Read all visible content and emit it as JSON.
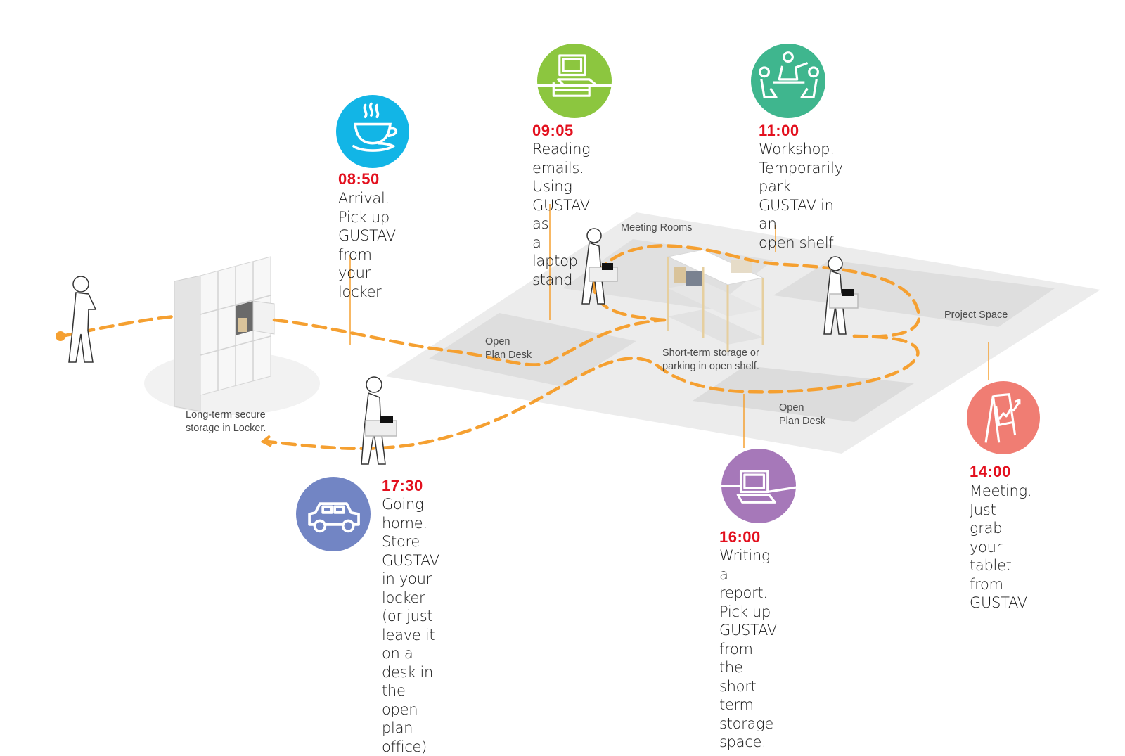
{
  "diagram": {
    "title": "A day with GUSTAV",
    "path_color": "#f5a031",
    "time_color": "#e3101e",
    "steps": [
      {
        "id": "arrival",
        "time": "08:50",
        "text": "Arrival. Pick up\nGUSTAV from\nyour locker",
        "icon": "coffee-cup-icon",
        "color": "#12b5e6"
      },
      {
        "id": "emails",
        "time": "09:05",
        "text": "Reading emails.\nUsing GUSTAV as\na laptop stand",
        "icon": "laptop-on-box-icon",
        "color": "#8cc63f"
      },
      {
        "id": "workshop",
        "time": "11:00",
        "text": "Workshop.\nTemporarily park\nGUSTAV in an\nopen shelf",
        "icon": "workshop-people-icon",
        "color": "#3fb68e"
      },
      {
        "id": "meeting",
        "time": "14:00",
        "text": "Meeting. Just\ngrab your tablet\nfrom GUSTAV",
        "icon": "flipchart-icon",
        "color": "#f07d73"
      },
      {
        "id": "report",
        "time": "16:00",
        "text": "Writing a report. Pick up\nGUSTAV from the short\nterm storage space.",
        "icon": "laptop-icon",
        "color": "#a678b9"
      },
      {
        "id": "home",
        "time": "17:30",
        "text": "Going home. Store GUSTAV\nin your locker (or just leave it\non a desk in the open\nplan office)",
        "icon": "car-icon",
        "color": "#7285c4"
      }
    ],
    "zones": {
      "meeting_rooms": "Meeting Rooms",
      "project_space": "Project Space",
      "open_plan_desk_left": "Open\nPlan Desk",
      "open_plan_desk_right": "Open\nPlan Desk",
      "short_term": "Short-term storage or\nparking in open shelf.",
      "locker": "Long-term secure\nstorage in Locker."
    }
  }
}
